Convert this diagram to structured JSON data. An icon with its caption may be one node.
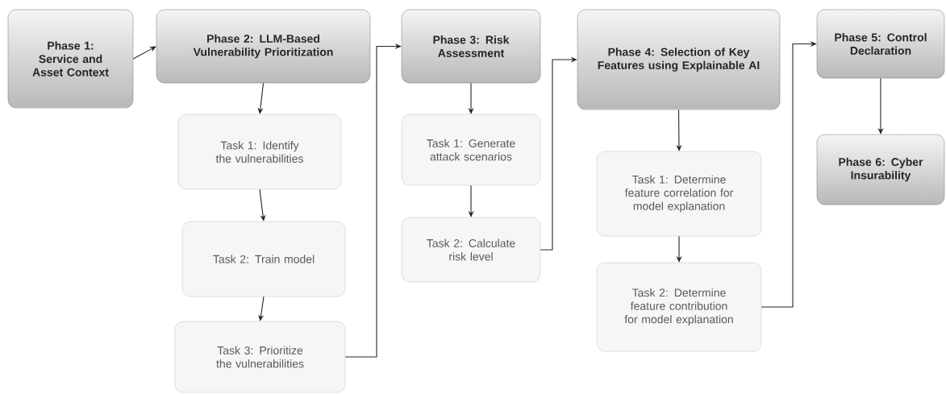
{
  "diagram": {
    "nodes": [
      {
        "text": [
          "Phase 1: Service and Asset Context"
        ]
      },
      {
        "text": [
          "Phase 2: LLM-Based Vulnerability Prioritization"
        ]
      },
      {
        "text": [
          "Task 1: Identify the vulnerabilities"
        ]
      },
      {
        "text": [
          "Task 2: Train model"
        ]
      },
      {
        "text": [
          "Task 3: Prioritize the vulnerabilities"
        ]
      },
      {
        "text": [
          "Phase 3: Risk Assessment"
        ]
      },
      {
        "text": [
          "Task 1: Generate attack scenarios"
        ]
      },
      {
        "text": [
          "Task 2: Calculate risk level"
        ]
      },
      {
        "text": [
          "Phase 4: Selection of Key Features using Explainable AI"
        ]
      },
      {
        "text": [
          "Task 1: Determine feature correlation for model explanation"
        ]
      },
      {
        "text": [
          "Task 2: Determine feature contribution for model explanation"
        ]
      },
      {
        "text": [
          "Phase 5: Control Declaration"
        ]
      },
      {
        "text": [
          "Phase 6: Cyber Insurability"
        ]
      }
    ],
    "edges": [
      {
        "from": 0,
        "to": 1,
        "arrow": "to"
      },
      {
        "from": 1,
        "to": 2,
        "arrow": "to"
      },
      {
        "from": 2,
        "to": 3,
        "arrow": "to"
      },
      {
        "from": 3,
        "to": 4,
        "arrow": "to"
      },
      {
        "from": 4,
        "to": 5,
        "arrow": "to"
      },
      {
        "from": 5,
        "to": 6,
        "arrow": "to"
      },
      {
        "from": 6,
        "to": 7,
        "arrow": "to"
      },
      {
        "from": 7,
        "to": 8,
        "arrow": "to"
      },
      {
        "from": 8,
        "to": 9,
        "arrow": "to"
      },
      {
        "from": 9,
        "to": 10,
        "arrow": "to"
      },
      {
        "from": 10,
        "to": 11,
        "arrow": "to"
      },
      {
        "from": 11,
        "to": 12,
        "arrow": "to"
      }
    ]
  }
}
